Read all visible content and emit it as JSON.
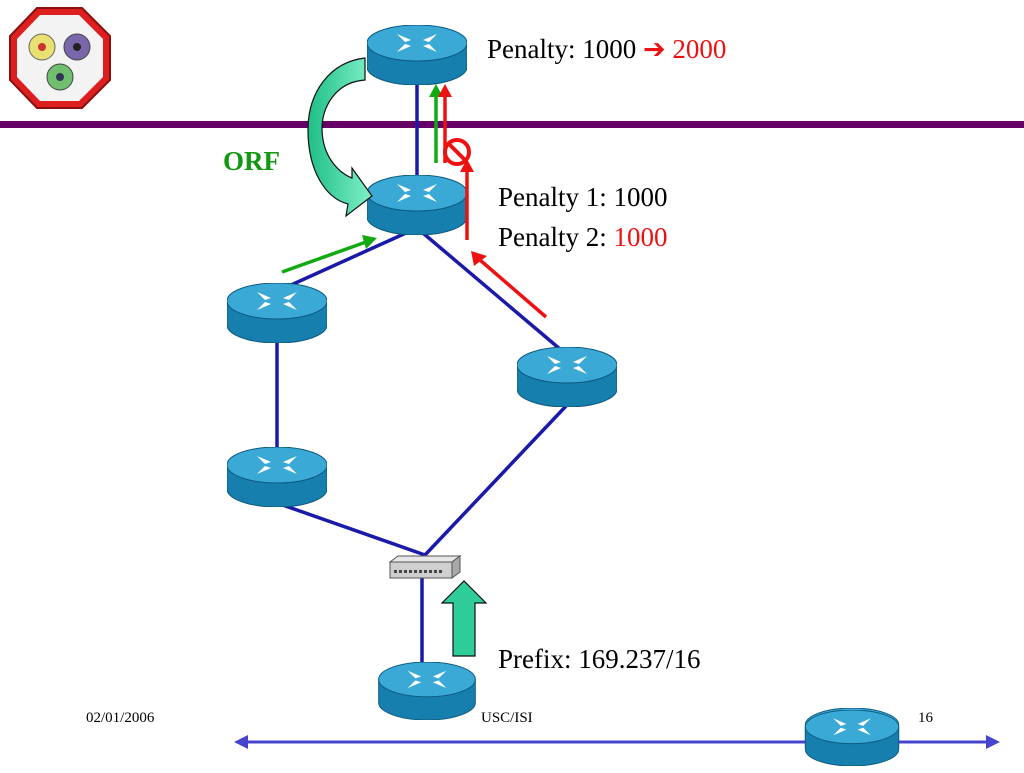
{
  "logo": {
    "name": "stop-sign-logo",
    "color": "#dd1f1f"
  },
  "annotations": {
    "top_penalty": {
      "label": "Penalty: 1000",
      "arrow": "➔",
      "value": "2000"
    },
    "penalty_1": {
      "label": "Penalty 1: 1000"
    },
    "penalty_2": {
      "label": "Penalty 2:",
      "value": "1000"
    },
    "orf": "ORF",
    "prefix": "Prefix: 169.237/16"
  },
  "footer": {
    "date": "02/01/2006",
    "org": "USC/ISI",
    "page": "16"
  },
  "colors": {
    "link": "#1a1aaa",
    "divider": "#660066",
    "router_body": "#1c8fbf",
    "router_top": "#3ab0dc",
    "advert_green": "#11aa11",
    "advert_red": "#ee1111",
    "orf_arrow": "#2ecc99",
    "prefix_arrow": "#2ecc99",
    "timeline": "#4444cc"
  }
}
